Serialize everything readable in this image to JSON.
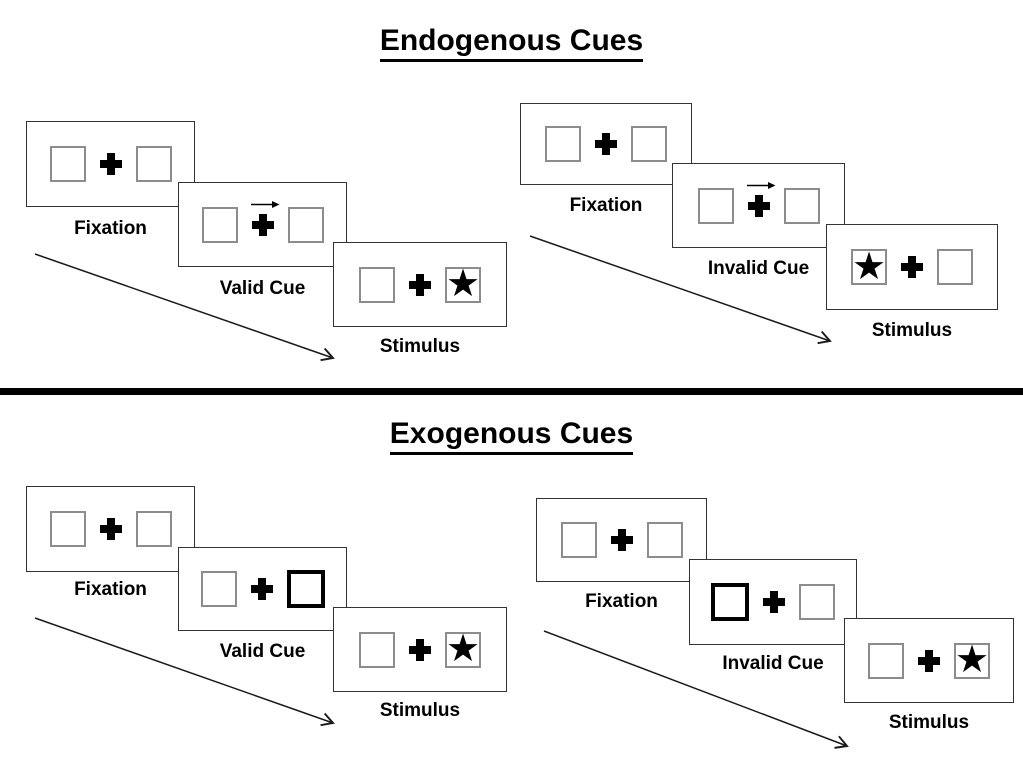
{
  "diagram": {
    "sections": [
      {
        "title": "Endogenous Cues",
        "trials": [
          {
            "condition": "valid",
            "steps": [
              {
                "label": "Fixation"
              },
              {
                "label": "Valid Cue",
                "cue": "central-arrow-pointing-right"
              },
              {
                "label": "Stimulus",
                "star_position": "right"
              }
            ]
          },
          {
            "condition": "invalid",
            "steps": [
              {
                "label": "Fixation"
              },
              {
                "label": "Invalid Cue",
                "cue": "central-arrow-pointing-right"
              },
              {
                "label": "Stimulus",
                "star_position": "left"
              }
            ]
          }
        ]
      },
      {
        "title": "Exogenous Cues",
        "trials": [
          {
            "condition": "valid",
            "steps": [
              {
                "label": "Fixation"
              },
              {
                "label": "Valid Cue",
                "cue": "bold-peripheral-box-right"
              },
              {
                "label": "Stimulus",
                "star_position": "right"
              }
            ]
          },
          {
            "condition": "invalid",
            "steps": [
              {
                "label": "Fixation"
              },
              {
                "label": "Invalid Cue",
                "cue": "bold-peripheral-box-left"
              },
              {
                "label": "Stimulus",
                "star_position": "right"
              }
            ]
          }
        ]
      }
    ],
    "glyphs": {
      "star": "★"
    },
    "colors": {
      "ink": "#000000",
      "panel_border": "#333333",
      "square_border": "#8c8c8c",
      "background": "#ffffff"
    }
  }
}
